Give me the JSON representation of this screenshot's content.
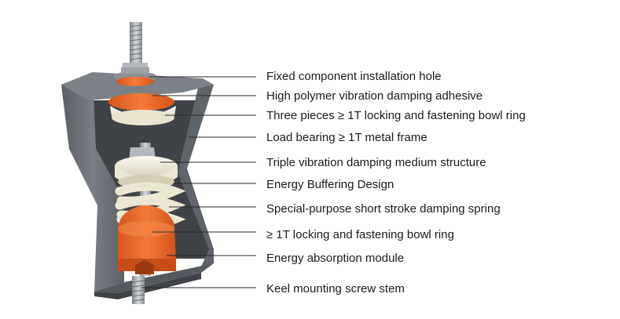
{
  "callouts": [
    "Fixed component installation hole",
    "High polymer vibration damping adhesive",
    "Three pieces ≥ 1T locking and fastening bowl ring",
    "Load bearing ≥ 1T metal frame",
    "Triple vibration damping medium structure",
    "Energy Buffering Design",
    "Special-purpose short stroke damping spring",
    "≥ 1T locking and fastening bowl ring",
    "Energy absorption module",
    "Keel mounting screw stem"
  ],
  "colors": {
    "frame": "#6e7279",
    "frame_dark": "#50545a",
    "frame_inner": "#3c3f44",
    "rubber_orange": "#e8682a",
    "bowl_white": "#f1eedf",
    "spring_white": "#ebe6d2",
    "bolt_steel": "#a9adb2",
    "leader_line": "#2a2a2a"
  }
}
